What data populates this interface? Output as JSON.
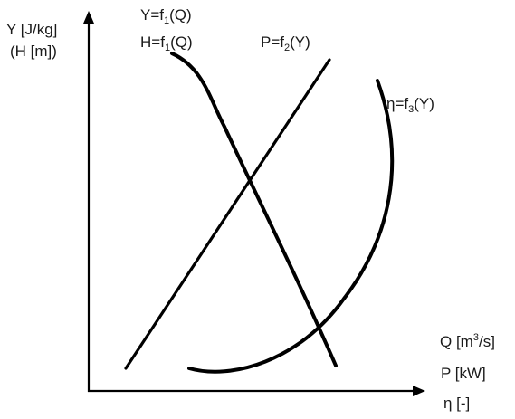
{
  "axes": {
    "y_label_line1": "Y [J/kg]",
    "y_label_line2": "(H [m])",
    "x_label_line1_main": "Q [m",
    "x_label_line1_sup": "3",
    "x_label_line1_end": "/s]",
    "x_label_line2": "P [kW]",
    "x_label_line3": "η [-]"
  },
  "curves": {
    "yq_label_line1_main": "Y=f",
    "yq_label_line1_sub": "1",
    "yq_label_line1_end": "(Q)",
    "hq_label_main": "H=f",
    "hq_label_sub": "1",
    "hq_label_end": "(Q)",
    "power_label_main": "P=f",
    "power_label_sub": "2",
    "power_label_end": "(Y)",
    "efficiency_label_main": "η=f",
    "efficiency_label_sub": "3",
    "efficiency_label_end": "(Y)"
  },
  "colors": {
    "line": "#000000",
    "text": "#1a1a1a",
    "background": "#ffffff"
  }
}
